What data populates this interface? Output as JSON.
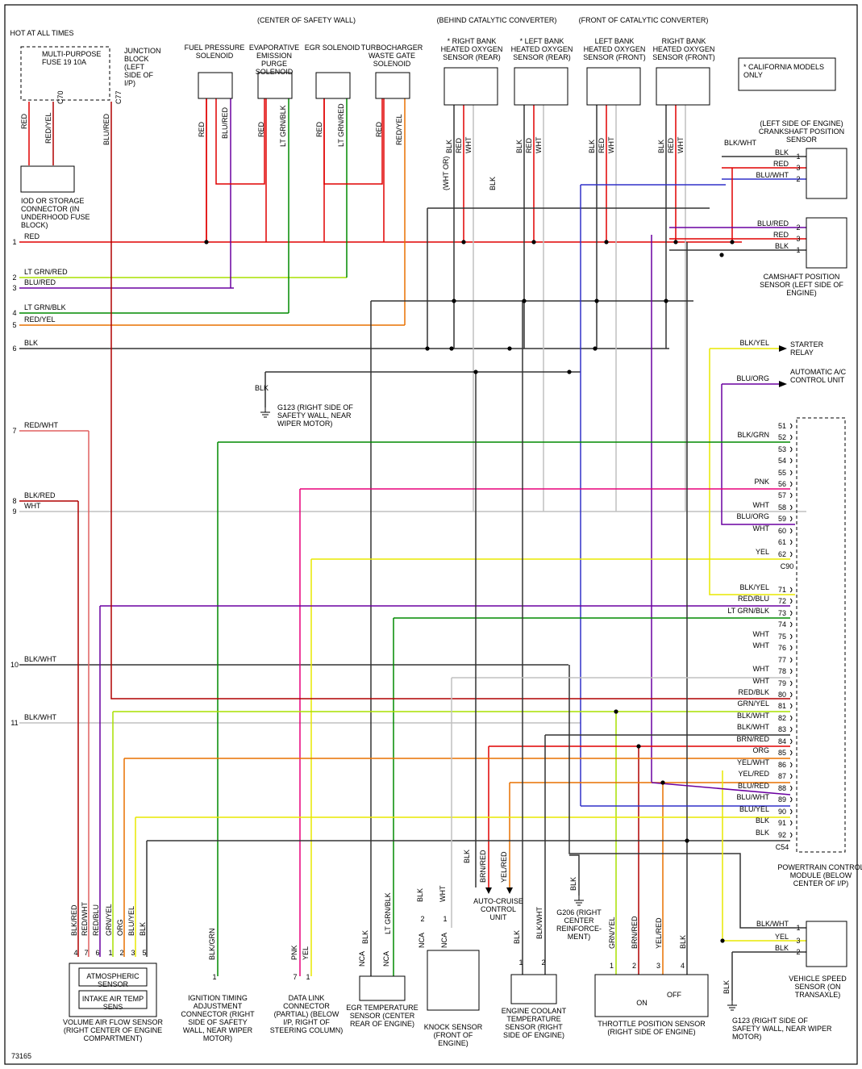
{
  "figure_number": "73165",
  "notes": {
    "california": "* CALIFORNIA MODELS ONLY"
  },
  "regions": {
    "center_safety_wall": "(CENTER OF SAFETY WALL)",
    "behind_cat": "(BEHIND CATALYTIC CONVERTER)",
    "front_cat": "(FRONT OF CATALYTIC CONVERTER)"
  },
  "power": {
    "hot": "HOT AT ALL TIMES",
    "fuse": "MULTI-PURPOSE FUSE 19 10A",
    "junction": "JUNCTION BLOCK (LEFT SIDE OF I/P)",
    "c70": "C70",
    "c77": "C77"
  },
  "iod": "IOD OR STORAGE CONNECTOR (IN UNDERHOOD FUSE BLOCK)",
  "solenoids": [
    {
      "label": "FUEL PRESSURE SOLENOID",
      "wire_a": "RED",
      "wire_b": "RED",
      "wire_c": "BLU/RED"
    },
    {
      "label": "EVAPORATIVE EMISSION PURGE SOLENOID",
      "wire_a": "RED",
      "wire_b": "RED",
      "wire_c": "LT GRN/BLK"
    },
    {
      "label": "EGR SOLENOID",
      "wire_a": "RED",
      "wire_b": "RED",
      "wire_c": "LT GRN/RED"
    },
    {
      "label": "TURBOCHARGER WASTE GATE SOLENOID",
      "wire_a": "RED",
      "wire_b": "RED/YEL"
    }
  ],
  "o2_sensors": [
    {
      "label": "* RIGHT BANK HEATED OXYGEN SENSOR (REAR)"
    },
    {
      "label": "* LEFT BANK HEATED OXYGEN SENSOR (REAR)"
    },
    {
      "label": "LEFT BANK HEATED OXYGEN SENSOR (FRONT)"
    },
    {
      "label": "RIGHT BANK HEATED OXYGEN SENSOR (FRONT)"
    }
  ],
  "o2_wires": [
    "BLK",
    "RED",
    "WHT"
  ],
  "o2_extra": {
    "wht_or": "(WHT OR)",
    "blk": "BLK",
    "blk_wht": "BLK/WHT"
  },
  "crank": {
    "label": "(LEFT SIDE OF ENGINE) CRANKSHAFT POSITION SENSOR",
    "pins": [
      {
        "n": "1",
        "c": "BLK"
      },
      {
        "n": "3",
        "c": "RED"
      },
      {
        "n": "2",
        "c": "BLU/WHT"
      }
    ]
  },
  "cam": {
    "label": "CAMSHAFT POSITION SENSOR (LEFT SIDE OF ENGINE)",
    "pins": [
      {
        "n": "2",
        "c": "BLU/RED"
      },
      {
        "n": "3",
        "c": "RED"
      },
      {
        "n": "1",
        "c": "BLK"
      }
    ]
  },
  "left_lines": [
    {
      "n": "1",
      "c": "RED"
    },
    {
      "n": "2",
      "c": "LT GRN/RED"
    },
    {
      "n": "3",
      "c": "BLU/RED"
    },
    {
      "n": "4",
      "c": "LT GRN/BLK"
    },
    {
      "n": "5",
      "c": "RED/YEL"
    },
    {
      "n": "6",
      "c": "BLK"
    },
    {
      "n": "7",
      "c": "RED/WHT"
    },
    {
      "n": "8",
      "c": "BLK/RED"
    },
    {
      "n": "9",
      "c": "WHT"
    },
    {
      "n": "10",
      "c": "BLK/WHT"
    },
    {
      "n": "11",
      "c": "BLK/WHT"
    }
  ],
  "ground_g123_top": {
    "wire": "BLK",
    "label": "G123 (RIGHT SIDE OF SAFETY WALL, NEAR WIPER MOTOR)"
  },
  "starter": {
    "wire": "BLK/YEL",
    "label": "STARTER RELAY"
  },
  "ac": {
    "wire": "BLU/ORG",
    "label": "AUTOMATIC A/C CONTROL UNIT"
  },
  "pcm": {
    "label": "POWERTRAIN CONTROL MODULE (BELOW CENTER OF I/P)",
    "c90": "C90",
    "c54": "C54",
    "pins": [
      {
        "n": "51",
        "c": ""
      },
      {
        "n": "52",
        "c": "BLK/GRN"
      },
      {
        "n": "53",
        "c": ""
      },
      {
        "n": "54",
        "c": ""
      },
      {
        "n": "55",
        "c": ""
      },
      {
        "n": "56",
        "c": "PNK"
      },
      {
        "n": "57",
        "c": ""
      },
      {
        "n": "58",
        "c": "WHT"
      },
      {
        "n": "59",
        "c": "BLU/ORG"
      },
      {
        "n": "60",
        "c": "WHT"
      },
      {
        "n": "61",
        "c": ""
      },
      {
        "n": "62",
        "c": "YEL"
      },
      {
        "n": "71",
        "c": "BLK/YEL"
      },
      {
        "n": "72",
        "c": "RED/BLU"
      },
      {
        "n": "73",
        "c": "LT GRN/BLK"
      },
      {
        "n": "74",
        "c": ""
      },
      {
        "n": "75",
        "c": "WHT"
      },
      {
        "n": "76",
        "c": "WHT"
      },
      {
        "n": "77",
        "c": ""
      },
      {
        "n": "78",
        "c": "WHT"
      },
      {
        "n": "79",
        "c": "WHT"
      },
      {
        "n": "80",
        "c": "RED/BLK"
      },
      {
        "n": "81",
        "c": "GRN/YEL"
      },
      {
        "n": "82",
        "c": "BLK/WHT"
      },
      {
        "n": "83",
        "c": "BLK/WHT"
      },
      {
        "n": "84",
        "c": "BRN/RED"
      },
      {
        "n": "85",
        "c": "ORG"
      },
      {
        "n": "86",
        "c": "YEL/WHT"
      },
      {
        "n": "87",
        "c": "YEL/RED"
      },
      {
        "n": "88",
        "c": "BLU/RED"
      },
      {
        "n": "89",
        "c": "BLU/WHT"
      },
      {
        "n": "90",
        "c": "BLU/YEL"
      },
      {
        "n": "91",
        "c": "BLK"
      },
      {
        "n": "92",
        "c": "BLK"
      }
    ]
  },
  "vaf": {
    "label": "VOLUME AIR FLOW SENSOR (RIGHT CENTER OF ENGINE COMPARTMENT)",
    "atm": "ATMOSPHERIC SENSOR",
    "iat": "INTAKE AIR TEMP SENS",
    "pins": [
      {
        "n": "4",
        "c": "BLK/RED"
      },
      {
        "n": "7",
        "c": "RED/WHT"
      },
      {
        "n": "6",
        "c": "RED/BLU"
      },
      {
        "n": "1",
        "c": "GRN/YEL"
      },
      {
        "n": "2",
        "c": "ORG"
      },
      {
        "n": "3",
        "c": "BLU/YEL"
      },
      {
        "n": "5",
        "c": "BLK"
      }
    ]
  },
  "ita": {
    "label": "IGNITION TIMING ADJUSTMENT CONNECTOR (RIGHT SIDE OF SAFETY WALL, NEAR WIPER MOTOR)",
    "wire": "BLK/GRN",
    "pin": "1"
  },
  "dlc": {
    "label": "DATA LINK CONNECTOR (PARTIAL) (BELOW I/P, RIGHT OF STEERING COLUMN)",
    "w1": "PNK",
    "w2": "YEL",
    "p1": "7",
    "p2": "1"
  },
  "egrt": {
    "label": "EGR TEMPERATURE SENSOR (CENTER REAR OF ENGINE)",
    "w1": "BLK",
    "w2": "LT GRN/BLK",
    "nca": "NCA"
  },
  "knock": {
    "label": "KNOCK SENSOR (FRONT OF ENGINE)",
    "w1": "BLK",
    "w2": "WHT",
    "nca": "NCA",
    "p2": "2",
    "p1": "1"
  },
  "cruise": {
    "label": "AUTO-CRUISE CONTROL UNIT",
    "w1": "BRN/RED",
    "w2": "YEL/RED",
    "w3": "BLK"
  },
  "ect": {
    "label": "ENGINE COOLANT TEMPERATURE SENSOR (RIGHT SIDE OF ENGINE)",
    "w1": "BLK",
    "w2": "BLK/WHT",
    "p1": "1",
    "p2": "2"
  },
  "g206": {
    "label": "G206 (RIGHT CENTER REINFORCE- MENT)",
    "wire": "BLK"
  },
  "tps": {
    "label": "THROTTLE POSITION SENSOR (RIGHT SIDE OF ENGINE)",
    "wires": [
      "GRN/YEL",
      "BRN/RED",
      "YEL/RED",
      "BLK"
    ],
    "on": "ON",
    "off": "OFF"
  },
  "vss": {
    "label": "VEHICLE SPEED SENSOR (ON TRANSAXLE)",
    "pins": [
      {
        "n": "1",
        "c": "BLK/WHT"
      },
      {
        "n": "3",
        "c": "YEL"
      },
      {
        "n": "2",
        "c": "BLK"
      }
    ]
  },
  "ground_g123_bottom": {
    "wire": "BLK",
    "label": "G123 (RIGHT SIDE OF SAFETY WALL, NEAR WIPER MOTOR)"
  }
}
